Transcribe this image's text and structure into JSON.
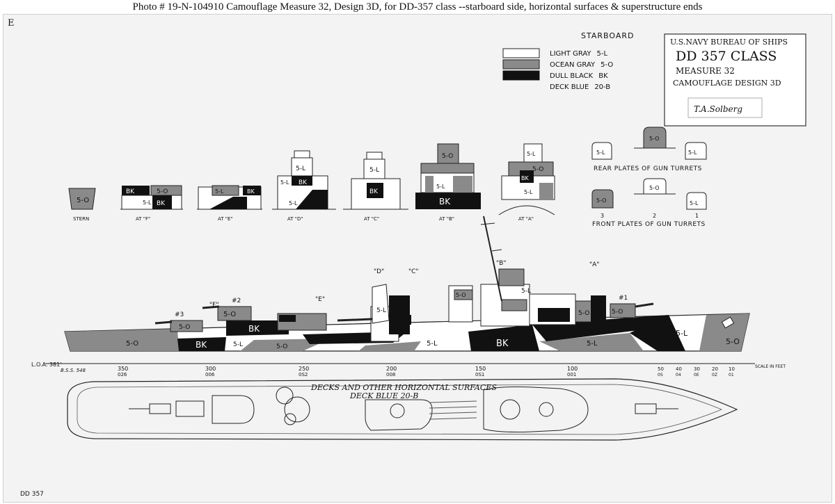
{
  "caption": "Photo # 19-N-104910 Camouflage Measure 32, Design 3D, for DD-357 class --starboard side, horizontal surfaces & superstructure ends",
  "corner_mark": "E",
  "side_label": "STARBOARD",
  "legend": [
    {
      "label": "LIGHT GRAY",
      "code": "5-L",
      "color": "#ffffff"
    },
    {
      "label": "OCEAN GRAY",
      "code": "5-O",
      "color": "#8a8a8a"
    },
    {
      "label": "DULL BLACK",
      "code": "BK",
      "color": "#111111"
    },
    {
      "label": "DECK BLUE",
      "code": "20-B",
      "color": "#f3f3f3"
    }
  ],
  "title_block": {
    "line1": "U.S.NAVY   BUREAU OF SHIPS",
    "line2": "DD 357 CLASS",
    "line3": "MEASURE 32",
    "line4": "CAMOUFLAGE DESIGN 3D",
    "signature": "T.A.Solberg"
  },
  "sections": {
    "stern": "STERN",
    "f": "AT \"F\"",
    "e": "AT \"E\"",
    "d": "AT \"D\"",
    "c": "AT \"C\"",
    "b": "AT \"B\"",
    "a": "AT \"A\""
  },
  "turrets": {
    "rear_caption": "REAR PLATES OF GUN TURRETS",
    "front_caption": "FRONT PLATES OF GUN TURRETS",
    "numbers": [
      "3",
      "2",
      "1"
    ]
  },
  "profile_markers": {
    "d": "\"D\"",
    "c": "\"C\"",
    "b": "\"B\"",
    "a": "\"A\"",
    "f": "\"F\"",
    "e": "\"E\"",
    "mount1": "#1",
    "mount2": "#2",
    "mount3": "#3"
  },
  "paint_codes": {
    "light": "5-L",
    "ocean": "5-O",
    "black": "BK"
  },
  "scale": {
    "loa": "L.O.A. 381'",
    "unit_label": "SCALE IN FEET",
    "top_ticks": [
      "350",
      "300",
      "250",
      "200",
      "150",
      "100",
      "50",
      "40",
      "30",
      "20",
      "10"
    ],
    "bottom_ticks": [
      "026",
      "006",
      "0S2",
      "008",
      "0S1",
      "001",
      "0S",
      "04",
      "0E",
      "0Z",
      "01"
    ],
    "stamp": "B.S.S. 548"
  },
  "deck": {
    "line1": "DECKS AND OTHER HORIZONTAL SURFACES",
    "line2": "DECK BLUE 20-B"
  },
  "drawing_no": "DD 357"
}
